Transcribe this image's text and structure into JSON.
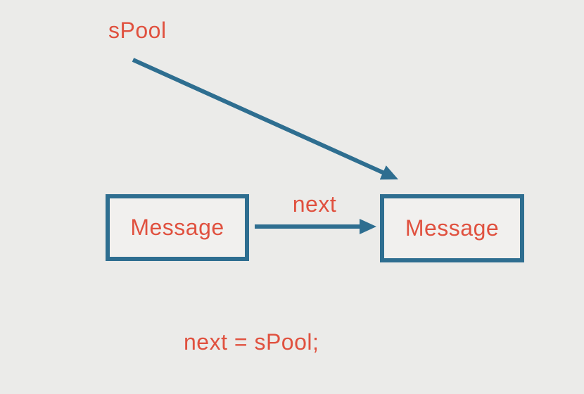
{
  "diagram": {
    "pointer_label": "sPool",
    "edge_label": "next",
    "nodes": [
      {
        "label": "Message"
      },
      {
        "label": "Message"
      }
    ],
    "caption": "next = sPool;"
  },
  "colors": {
    "background": "#ebebe9",
    "node_fill": "#f1f0ee",
    "line": "#2e6e90",
    "text": "#e0513f"
  }
}
